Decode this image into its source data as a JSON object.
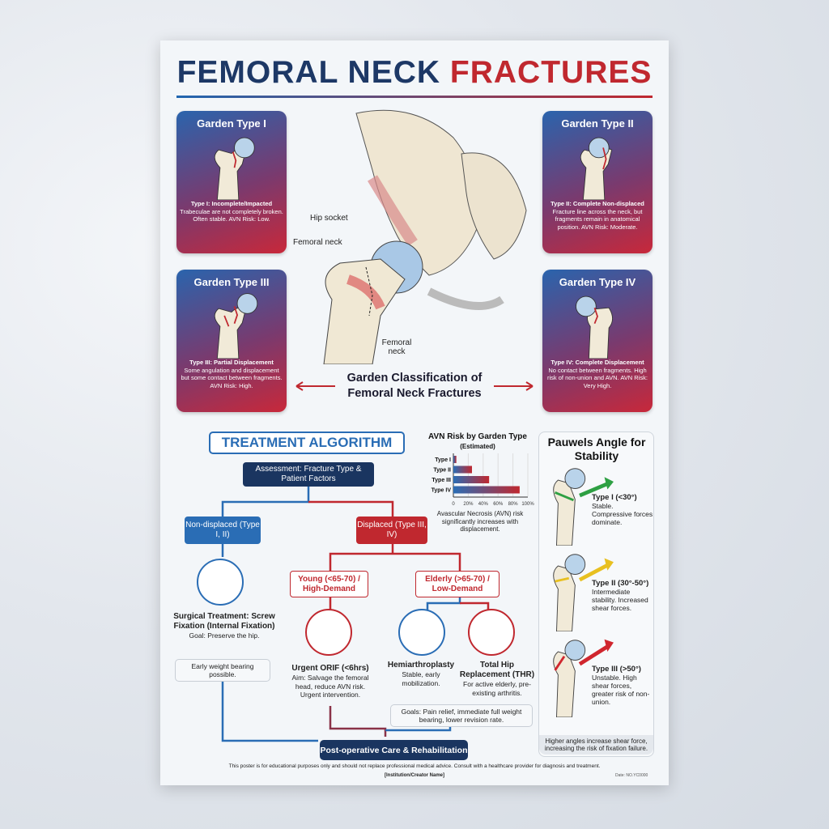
{
  "title": {
    "part1": "FEMORAL NECK",
    "part2": "FRACTURES"
  },
  "colors": {
    "navy": "#1d3866",
    "red": "#c0282f",
    "blue": "#2a6db5",
    "green": "#2ea043",
    "yellow": "#e8c020"
  },
  "garden_cards": [
    {
      "title": "Garden Type I",
      "heading": "Type I: Incomplete/Impacted",
      "text": "Trabeculae are not completely broken. Often stable. AVN Risk: Low."
    },
    {
      "title": "Garden Type II",
      "heading": "Type II: Complete Non-displaced",
      "text": "Fracture line across the neck, but fragments remain in anatomical position. AVN Risk: Moderate."
    },
    {
      "title": "Garden Type III",
      "heading": "Type III: Partial Displacement",
      "text": "Some angulation and displacement but some contact between fragments. AVN Risk: High."
    },
    {
      "title": "Garden Type IV",
      "heading": "Type IV: Complete Displacement",
      "text": "No contact between fragments. High risk of non-union and AVN. AVN Risk: Very High."
    }
  ],
  "anatomy": {
    "hip_socket": "Hip socket",
    "femoral_neck_1": "Femoral neck",
    "femoral_neck_2": "Femoral neck",
    "caption": "Garden Classification of Femoral Neck Fractures"
  },
  "algorithm": {
    "title": "TREATMENT ALGORITHM",
    "assessment": "Assessment: Fracture Type & Patient Factors",
    "non_displaced": "Non-displaced (Type I, II)",
    "displaced": "Displaced (Type III, IV)",
    "young": "Young (<65-70) / High-Demand",
    "elderly": "Elderly (>65-70) / Low-Demand",
    "screw_title": "Surgical Treatment: Screw Fixation (Internal Fixation)",
    "screw_goal": "Goal: Preserve the hip.",
    "screw_note": "Early weight bearing possible.",
    "orif_title": "Urgent ORIF (<6hrs)",
    "orif_text": "Aim: Salvage the femoral head, reduce AVN risk. Urgent intervention.",
    "hemi_title": "Hemiarthroplasty",
    "hemi_text": "Stable, early mobilization.",
    "thr_title": "Total Hip Replacement (THR)",
    "thr_text": "For active elderly, pre-existing arthritis.",
    "goals": "Goals: Pain relief, immediate full weight bearing, lower revision rate.",
    "postop": "Post-operative Care & Rehabilitation"
  },
  "chart_data": {
    "type": "bar",
    "title": "AVN Risk by Garden Type",
    "subtitle": "(Estimated)",
    "categories": [
      "Type I",
      "Type II",
      "Type III",
      "Type IV"
    ],
    "values": [
      4,
      25,
      48,
      89
    ],
    "xlim": [
      0,
      100
    ],
    "ticks": [
      "0",
      "20%",
      "40%",
      "60%",
      "80%",
      "100%"
    ],
    "orientation": "horizontal",
    "caption": "Avascular Necrosis (AVN) risk significantly increases with displacement."
  },
  "pauwels": {
    "title": "Pauwels Angle for Stability",
    "items": [
      {
        "label": "Type I (<30°)",
        "text": "Stable. Compressive forces dominate.",
        "color": "#2ea043"
      },
      {
        "label": "Type II (30°-50°)",
        "text": "Intermediate stability. Increased shear forces.",
        "color": "#e8c020"
      },
      {
        "label": "Type III (>50°)",
        "text": "Unstable. High shear forces, greater risk of non-union.",
        "color": "#d0262e"
      }
    ],
    "footer": "Higher angles increase shear force, increasing the risk of fixation failure."
  },
  "footer": {
    "disclaimer": "This poster is for educational purposes only and should not replace professional medical advice. Consult with a healthcare provider for diagnosis and treatment.",
    "institution": "[Institution/Creator Name]",
    "code": "Date: NO.YC0000"
  }
}
